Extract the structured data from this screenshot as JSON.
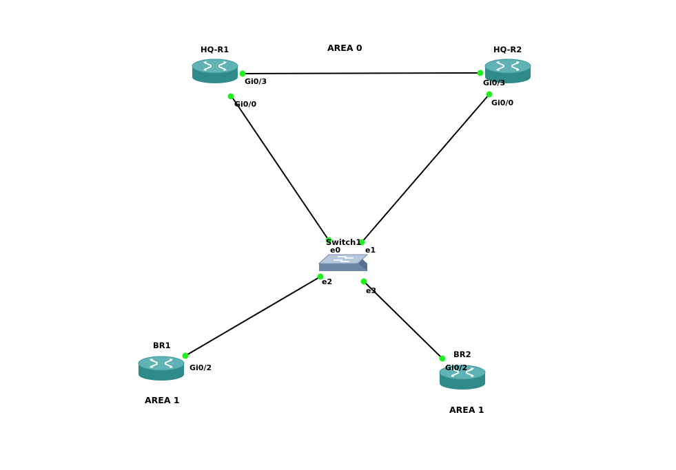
{
  "colors": {
    "link": "#000000",
    "port_up": "#22ee22",
    "router_body": "#2f8a8a",
    "router_top": "#57aeb0",
    "switch_body": "#8fa6c4"
  },
  "areas": {
    "area0": "AREA 0",
    "br1_area": "AREA 1",
    "br2_area": "AREA 1"
  },
  "devices": {
    "hq_r1": {
      "name": "HQ-R1",
      "icon": "router-icon"
    },
    "hq_r2": {
      "name": "HQ-R2",
      "icon": "router-icon"
    },
    "switch1": {
      "name": "Switch1",
      "icon": "switch-icon"
    },
    "br1": {
      "name": "BR1",
      "icon": "router-icon"
    },
    "br2": {
      "name": "BR2",
      "icon": "router-icon"
    }
  },
  "ports": {
    "hq_r1_gi03": "Gi0/3",
    "hq_r1_gi00": "Gi0/0",
    "hq_r2_gi03": "Gi0/3",
    "hq_r2_gi00": "Gi0/0",
    "sw_e0": "e0",
    "sw_e1": "e1",
    "sw_e2": "e2",
    "sw_e3": "e3",
    "br1_gi02": "Gi0/2",
    "br2_gi02": "Gi0/2"
  },
  "links": [
    {
      "from": "HQ-R1 Gi0/3",
      "to": "HQ-R2 Gi0/3"
    },
    {
      "from": "HQ-R1 Gi0/0",
      "to": "Switch1 e0"
    },
    {
      "from": "HQ-R2 Gi0/0",
      "to": "Switch1 e1"
    },
    {
      "from": "Switch1 e2",
      "to": "BR1 Gi0/2"
    },
    {
      "from": "Switch1 e3",
      "to": "BR2 Gi0/2"
    }
  ]
}
